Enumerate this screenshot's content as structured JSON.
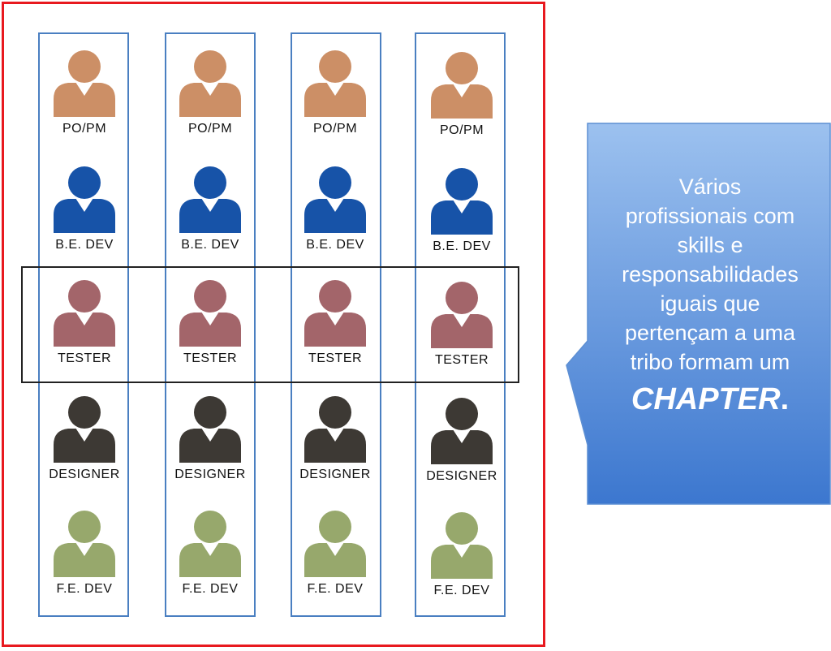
{
  "colors": {
    "tribe_border": "#e8191f",
    "squad_border": "#4a7fc1",
    "chapter_border": "#222222",
    "callout_top": "#9cc1ef",
    "callout_bottom": "#3c77cf"
  },
  "squads": [
    {
      "members": [
        "PO/PM",
        "B.E. DEV",
        "TESTER",
        "DESIGNER",
        "F.E. DEV"
      ]
    },
    {
      "members": [
        "PO/PM",
        "B.E. DEV",
        "TESTER",
        "DESIGNER",
        "F.E. DEV"
      ]
    },
    {
      "members": [
        "PO/PM",
        "B.E. DEV",
        "TESTER",
        "DESIGNER",
        "F.E. DEV"
      ]
    },
    {
      "members": [
        "PO/PM",
        "B.E. DEV",
        "TESTER",
        "DESIGNER",
        "F.E. DEV"
      ]
    }
  ],
  "role_colors": {
    "PO/PM": "#cc8f66",
    "B.E. DEV": "#1753a8",
    "TESTER": "#a3656a",
    "DESIGNER": "#3d3934",
    "F.E. DEV": "#97a86c"
  },
  "role_icon": "person-icon",
  "highlighted_role": "TESTER",
  "callout": {
    "lines": [
      "Vários",
      "profissionais com",
      "skills e",
      "responsabilidades",
      "iguais que",
      "pertençam a uma",
      "tribo formam um"
    ],
    "emphasis": "CHAPTER",
    "emphasis_suffix": "."
  }
}
